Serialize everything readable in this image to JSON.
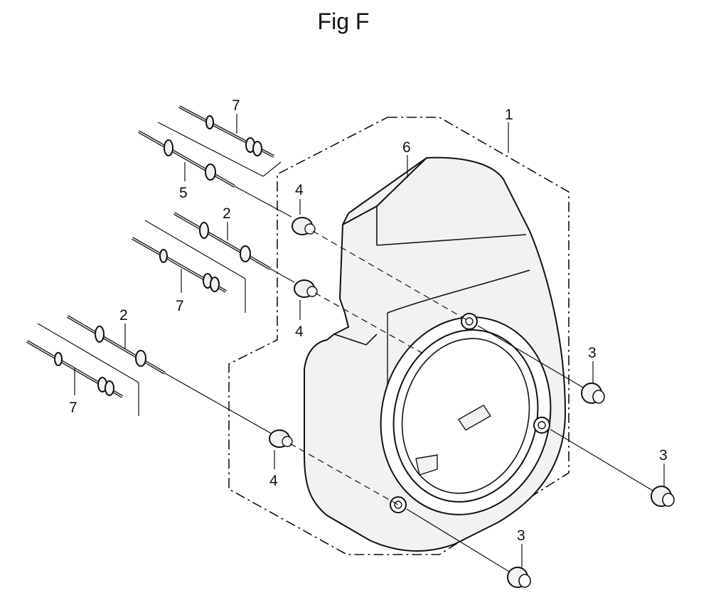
{
  "figure": {
    "title": "Fig F"
  },
  "callouts": {
    "c1": "1",
    "c6": "6",
    "c7a": "7",
    "c5": "5",
    "c2a": "2",
    "c7b": "7",
    "c2b": "2",
    "c7c": "7",
    "c4a": "4",
    "c4b": "4",
    "c4c": "4",
    "c3a": "3",
    "c3b": "3",
    "c3c": "3"
  }
}
